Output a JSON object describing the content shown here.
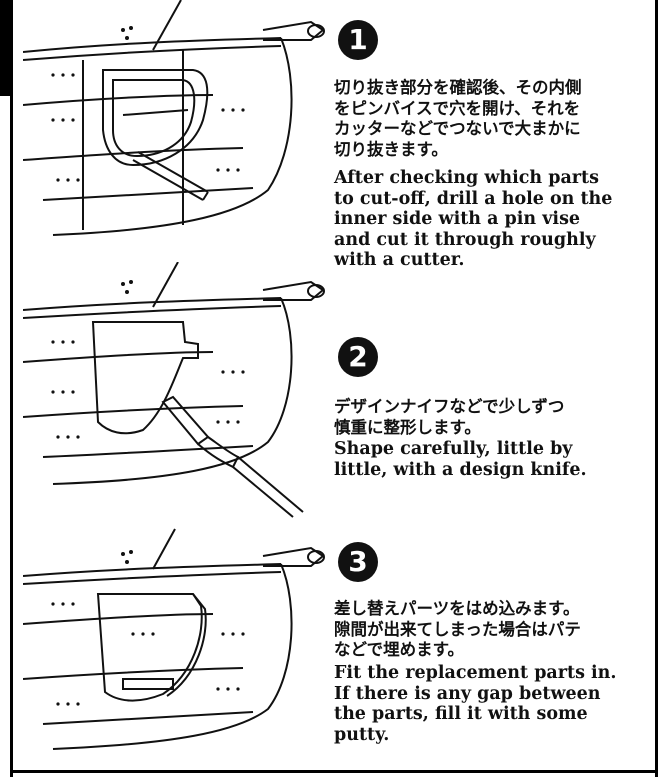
{
  "steps": [
    {
      "number": "1",
      "ja": "切り抜き部分を確認後、その内側\nをピンバイスで穴を開け、それを\nカッターなどでつないで大まかに\n切り抜きます。",
      "en": "After checking which parts\nto cut-off, drill a hole on the\ninner side with a pin vise\nand cut it through roughly\nwith a cutter."
    },
    {
      "number": "2",
      "ja": "デザインナイフなどで少しずつ\n慎重に整形します。",
      "en": "Shape carefully, little by\nlittle, with a design knife."
    },
    {
      "number": "3",
      "ja": "差し替えパーツをはめ込みます。\n隙間が出来てしまった場合はパテ\nなどで埋めます。",
      "en": "Fit the replacement parts in.\nIf there is any gap between\nthe parts, fill it with some\nputty."
    }
  ]
}
